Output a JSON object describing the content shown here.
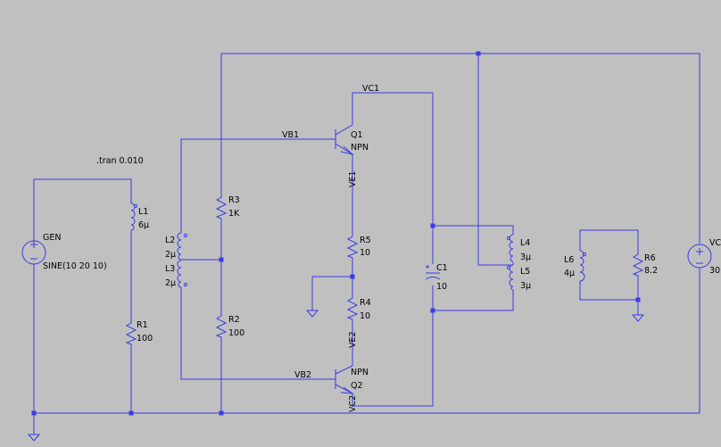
{
  "directive": ".tran 0.010",
  "sources": {
    "gen": {
      "name": "GEN",
      "value": "SINE(10 20 10)"
    },
    "vcc": {
      "name": "VC",
      "value": "30"
    }
  },
  "resistors": {
    "r1": {
      "name": "R1",
      "value": "100"
    },
    "r2": {
      "name": "R2",
      "value": "100"
    },
    "r3": {
      "name": "R3",
      "value": "1K"
    },
    "r4": {
      "name": "R4",
      "value": "10"
    },
    "r5": {
      "name": "R5",
      "value": "10"
    },
    "r6": {
      "name": "R6",
      "value": "8.2"
    }
  },
  "inductors": {
    "l1": {
      "name": "L1",
      "value": "6μ"
    },
    "l2": {
      "name": "L2",
      "value": "2μ"
    },
    "l3": {
      "name": "L3",
      "value": "2μ"
    },
    "l4": {
      "name": "L4",
      "value": "3μ"
    },
    "l5": {
      "name": "L5",
      "value": "3μ"
    },
    "l6": {
      "name": "L6",
      "value": "4μ"
    }
  },
  "capacitors": {
    "c1": {
      "name": "C1",
      "value": "10"
    }
  },
  "transistors": {
    "q1": {
      "name": "Q1",
      "model": "NPN"
    },
    "q2": {
      "name": "Q2",
      "model": "NPN"
    }
  },
  "nets": {
    "vc1": "VC1",
    "vb1": "VB1",
    "ve1": "VE1",
    "ve2": "VE2",
    "vb2": "VB2",
    "vc2": "VC2"
  }
}
